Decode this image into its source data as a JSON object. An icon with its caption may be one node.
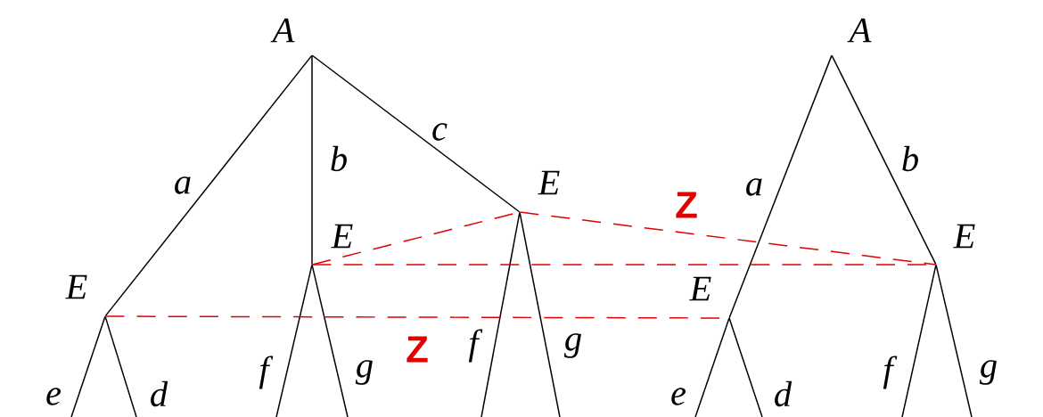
{
  "diagram": {
    "nodes": [
      {
        "text": [
          "A"
        ]
      },
      {
        "text": [
          "E"
        ]
      },
      {
        "text": [
          "E"
        ]
      },
      {
        "text": [
          "E"
        ]
      },
      {
        "text": [
          "A"
        ]
      },
      {
        "text": [
          "E"
        ]
      },
      {
        "text": [
          "E"
        ]
      }
    ],
    "edges": [
      {
        "from": 0,
        "to": 1,
        "arrow": "none",
        "label": "a"
      },
      {
        "from": 0,
        "to": 2,
        "arrow": "none",
        "label": "b"
      },
      {
        "from": 0,
        "to": 3,
        "arrow": "none",
        "label": "c"
      },
      {
        "from": 1,
        "to": null,
        "arrow": "none",
        "label": "e"
      },
      {
        "from": 1,
        "to": null,
        "arrow": "none",
        "label": "d"
      },
      {
        "from": 2,
        "to": null,
        "arrow": "none",
        "label": "f"
      },
      {
        "from": 2,
        "to": null,
        "arrow": "none",
        "label": "g"
      },
      {
        "from": 3,
        "to": null,
        "arrow": "none",
        "label": "f"
      },
      {
        "from": 3,
        "to": null,
        "arrow": "none",
        "label": "g"
      },
      {
        "from": 4,
        "to": 5,
        "arrow": "none",
        "label": "a"
      },
      {
        "from": 4,
        "to": 6,
        "arrow": "none",
        "label": "b"
      },
      {
        "from": 5,
        "to": null,
        "arrow": "none",
        "label": "e"
      },
      {
        "from": 5,
        "to": null,
        "arrow": "none",
        "label": "d"
      },
      {
        "from": 6,
        "to": null,
        "arrow": "none",
        "label": "f"
      },
      {
        "from": 6,
        "to": null,
        "arrow": "none",
        "label": "g"
      },
      {
        "from": 2,
        "to": 3,
        "arrow": "none",
        "style": "dashed",
        "color": "#e00000"
      },
      {
        "from": 3,
        "to": 6,
        "arrow": "none",
        "style": "dashed",
        "color": "#e00000",
        "label": "Z"
      },
      {
        "from": 2,
        "to": 6,
        "arrow": "none",
        "style": "dashed",
        "color": "#e00000"
      },
      {
        "from": 1,
        "to": 5,
        "arrow": "none",
        "style": "dashed",
        "color": "#e00000",
        "label": "Z"
      }
    ]
  }
}
